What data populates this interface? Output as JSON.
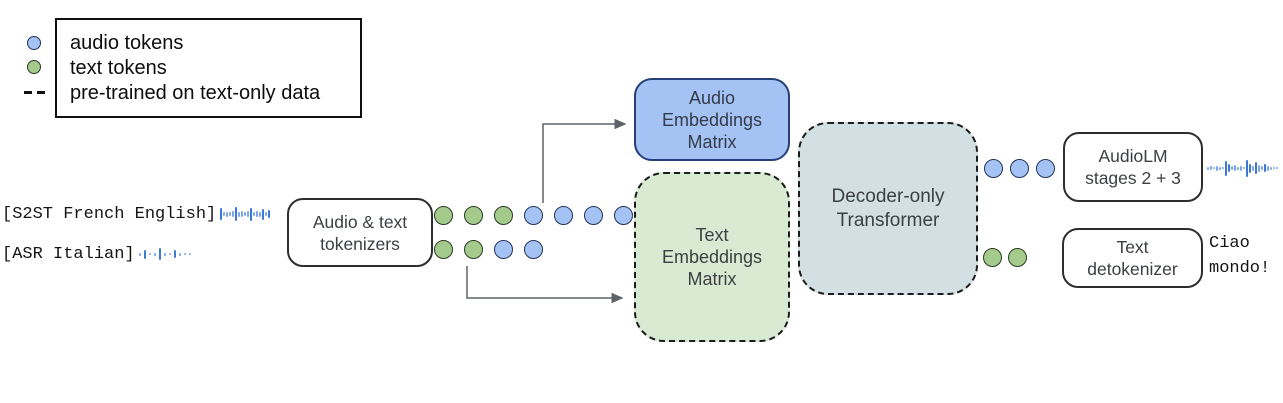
{
  "legend": {
    "items": [
      {
        "marker": "audio-token",
        "label": "audio tokens"
      },
      {
        "marker": "text-token",
        "label": "text tokens"
      },
      {
        "marker": "dashed-line",
        "label": "pre-trained on text-only data"
      }
    ]
  },
  "inputs": {
    "line1": {
      "text": "[S2ST French English]",
      "waveform": [
        12,
        4,
        5,
        4,
        6,
        14,
        5,
        6,
        4,
        6,
        13,
        4,
        6,
        5,
        11,
        4,
        8
      ]
    },
    "line2": {
      "text": "[ASR Italian]",
      "waveform": [
        3,
        9,
        2,
        3,
        12,
        3,
        2,
        8,
        3,
        2,
        2
      ]
    }
  },
  "boxes": {
    "tokenizer": {
      "line1": "Audio & text",
      "line2": "tokenizers"
    },
    "audio_embeddings": {
      "line1": "Audio",
      "line2": "Embeddings",
      "line3": "Matrix"
    },
    "text_embeddings": {
      "line1": "Text",
      "line2": "Embeddings",
      "line3": "Matrix"
    },
    "transformer": {
      "line1": "Decoder-only",
      "line2": "Transformer"
    },
    "audiolm": {
      "line1": "AudioLM",
      "line2": "stages 2 + 3"
    },
    "detokenizer": {
      "line1": "Text",
      "line2": "detokenizer"
    }
  },
  "tokens": {
    "input_row1": [
      "text",
      "text",
      "text",
      "audio",
      "audio",
      "audio",
      "audio"
    ],
    "input_row2": [
      "text",
      "text",
      "audio",
      "audio"
    ],
    "output_audio": [
      "audio",
      "audio",
      "audio"
    ],
    "output_text": [
      "text",
      "text"
    ]
  },
  "outputs": {
    "audio_waveform": [
      3,
      4,
      2,
      5,
      3,
      2,
      15,
      8,
      4,
      6,
      3,
      5,
      2,
      17,
      9,
      5,
      12,
      7,
      4,
      8,
      5,
      3,
      2,
      2
    ],
    "text_line1": "Ciao",
    "text_line2": "mondo!"
  },
  "colors": {
    "audio_token": "#a4c2f4",
    "audio_token_border": "#24335c",
    "text_token": "#a4cb8c",
    "text_token_border": "#2a3a24",
    "audio_embeddings_fill": "#a4c2f4",
    "text_embeddings_fill": "#d9ead3",
    "transformer_fill": "#d2dfe3",
    "waveform_dark": "#3c78d8",
    "waveform_light": "#7da7ea",
    "arrow": "#5f6368"
  }
}
